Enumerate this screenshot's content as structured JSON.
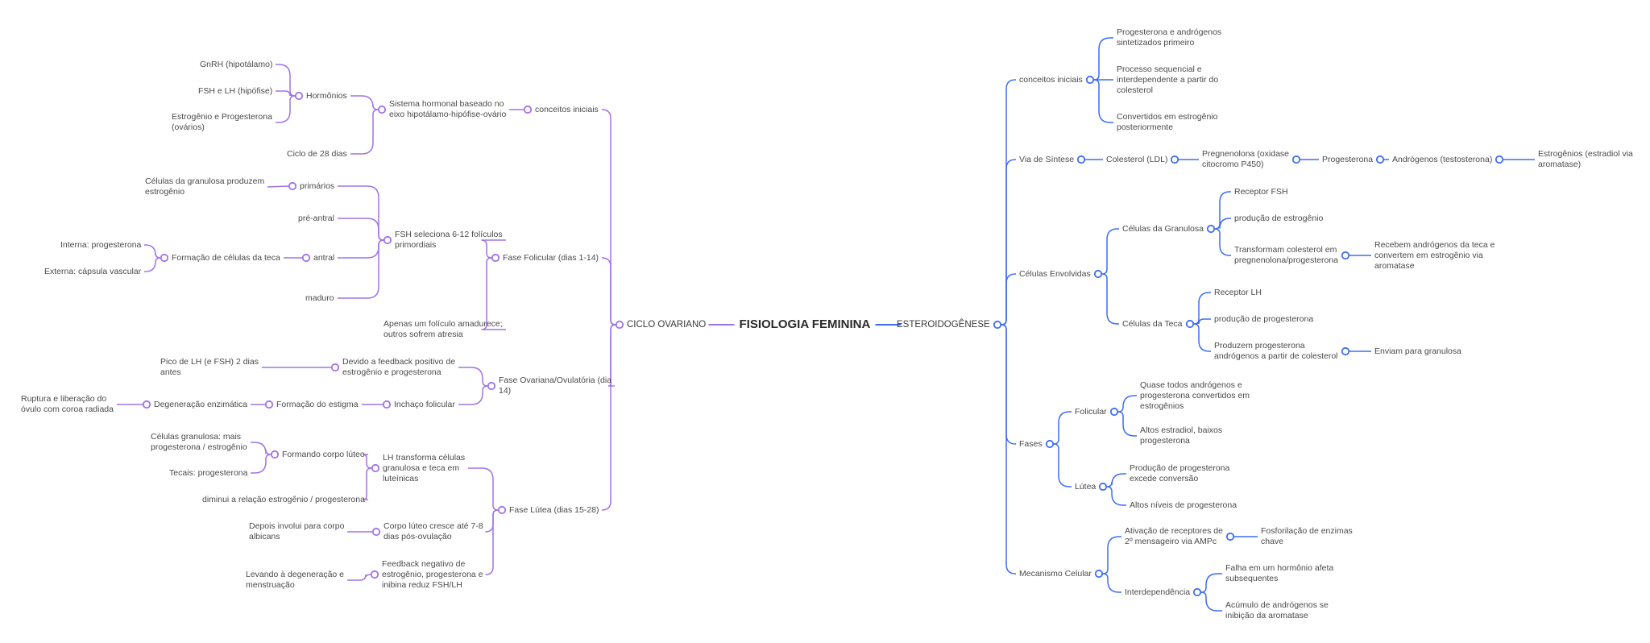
{
  "colors": {
    "left": "#a073e6",
    "right": "#3d6ff2",
    "text": "#4a4a4a"
  },
  "root": "FISIOLOGIA FEMININA",
  "left": {
    "label": "CICLO OVARIANO",
    "children": [
      {
        "label": "conceitos iniciais",
        "children": [
          {
            "label": "Sistema hormonal baseado no\neixo hipotálamo-hipófise-ovário",
            "children": [
              {
                "label": "Hormônios",
                "children": [
                  {
                    "label": "GnRH (hipotálamo)"
                  },
                  {
                    "label": "FSH e LH (hipófise)"
                  },
                  {
                    "label": "Estrogênio e Progesterona\n(ovários)"
                  }
                ]
              },
              {
                "label": "Ciclo de 28 dias"
              }
            ]
          }
        ]
      },
      {
        "label": "Fase Folicular (dias 1-14)",
        "children": [
          {
            "label": "FSH seleciona 6-12 folículos\nprimordiais",
            "children": [
              {
                "label": "primários",
                "children": [
                  {
                    "label": "Células da granulosa produzem\nestrogênio"
                  }
                ]
              },
              {
                "label": "pré-antral"
              },
              {
                "label": "antral",
                "children": [
                  {
                    "label": "Formação de células da teca",
                    "children": [
                      {
                        "label": "Interna: progesterona"
                      },
                      {
                        "label": "Externa: cápsula vascular"
                      }
                    ]
                  }
                ]
              },
              {
                "label": "maduro"
              }
            ]
          },
          {
            "label": "Apenas um folículo amadurece;\noutros sofrem atresia"
          }
        ]
      },
      {
        "label": "Fase Ovariana/Ovulatória (dia\n14)",
        "children": [
          {
            "label": "Devido a feedback positivo de\nestrogênio e progesterona",
            "children": [
              {
                "label": "Pico de LH (e FSH) 2 dias\nantes"
              }
            ]
          },
          {
            "label": "Inchaço folicular",
            "children": [
              {
                "label": "Formação do estigma",
                "children": [
                  {
                    "label": "Degeneração enzimática",
                    "children": [
                      {
                        "label": "Ruptura e liberação do\nóvulo com coroa radiada"
                      }
                    ]
                  }
                ]
              }
            ]
          }
        ]
      },
      {
        "label": "Fase Lútea (dias 15-28)",
        "children": [
          {
            "label": "LH transforma células\ngranulosa e teca em\nluteínicas",
            "children": [
              {
                "label": "Formando corpo lúteo",
                "children": [
                  {
                    "label": "Células granulosa: mais\nprogesterona / estrogênio"
                  },
                  {
                    "label": "Tecais: progesterona"
                  }
                ]
              },
              {
                "label": "diminui a relação estrogênio / progesterona"
              }
            ]
          },
          {
            "label": "Corpo lúteo cresce até 7-8\ndias pós-ovulação",
            "children": [
              {
                "label": "Depois involui para corpo\nalbicans"
              }
            ]
          },
          {
            "label": "Feedback negativo de\nestrogênio, progesterona e\ninibina reduz FSH/LH",
            "children": [
              {
                "label": "Levando à degeneração e\nmenstruação"
              }
            ]
          }
        ]
      }
    ]
  },
  "right": {
    "label": "ESTEROIDOGÊNESE",
    "children": [
      {
        "label": "conceitos iniciais",
        "children": [
          {
            "label": "Progesterona e andrógenos\nsintetizados primeiro"
          },
          {
            "label": "Processo sequencial e\ninterdependente a partir do\ncolesterol"
          },
          {
            "label": "Convertidos em estrogênio\nposteriormente"
          }
        ]
      },
      {
        "label": "Via de Síntese",
        "children": [
          {
            "label": "Colesterol (LDL)",
            "children": [
              {
                "label": "Pregnenolona (oxidase\ncitocromo P450)",
                "children": [
                  {
                    "label": "Progesterona",
                    "children": [
                      {
                        "label": "Andrógenos (testosterona)",
                        "children": [
                          {
                            "label": "Estrogênios (estradiol via\naromatase)"
                          }
                        ]
                      }
                    ]
                  }
                ]
              }
            ]
          }
        ]
      },
      {
        "label": "Células Envolvidas",
        "children": [
          {
            "label": "Células da Granulosa",
            "children": [
              {
                "label": "Receptor FSH"
              },
              {
                "label": "produção de estrogênio"
              },
              {
                "label": "Transformam colesterol em\npregnenolona/progesterona",
                "children": [
                  {
                    "label": "Recebem andrógenos da teca e\nconvertem em estrogênio via\naromatase"
                  }
                ]
              }
            ]
          },
          {
            "label": "Células da Teca",
            "children": [
              {
                "label": "Receptor LH"
              },
              {
                "label": "produção de progesterona"
              },
              {
                "label": "Produzem progesterona\nandrógenos a partir  de colesterol",
                "children": [
                  {
                    "label": "Enviam para granulosa"
                  }
                ]
              }
            ]
          }
        ]
      },
      {
        "label": "Fases",
        "children": [
          {
            "label": "Folicular",
            "children": [
              {
                "label": "Quase todos andrógenos e\nprogesterona convertidos em\nestrogênios"
              },
              {
                "label": "Altos estradiol, baixos\nprogesterona"
              }
            ]
          },
          {
            "label": "Lútea",
            "children": [
              {
                "label": "Produção de progesterona\nexcede conversão"
              },
              {
                "label": "Altos níveis de progesterona"
              }
            ]
          }
        ]
      },
      {
        "label": "Mecanismo Celular",
        "children": [
          {
            "label": "Ativação de receptores de\n2º mensageiro via AMPc",
            "children": [
              {
                "label": "Fosforilação de enzimas\nchave"
              }
            ]
          },
          {
            "label": "Interdependência",
            "children": [
              {
                "label": "Falha em um hormônio afeta\nsubsequentes"
              },
              {
                "label": "Acúmulo de andrógenos se\ninibição da aromatase"
              }
            ]
          }
        ]
      }
    ]
  }
}
